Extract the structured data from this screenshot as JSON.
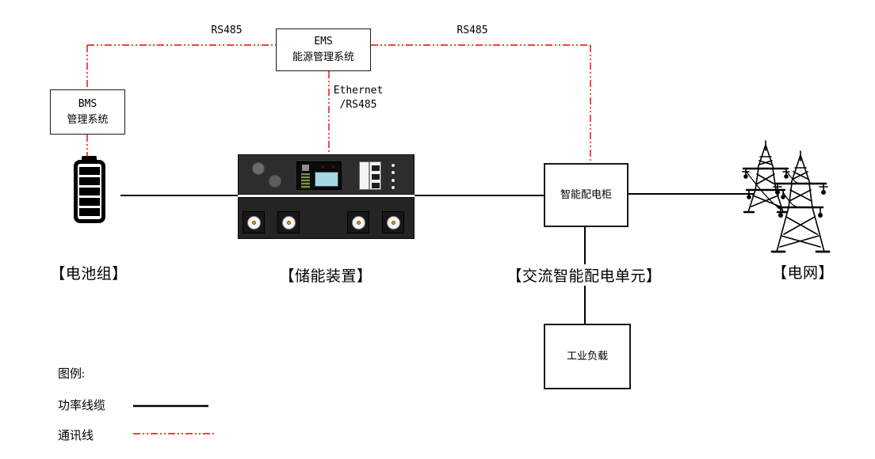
{
  "diagram": {
    "ems_box": {
      "line1": "EMS",
      "line2": "能源管理系统"
    },
    "bms_box": {
      "line1": "BMS",
      "line2": "管理系统"
    },
    "cabinet_box": {
      "label": "智能配电柜"
    },
    "load_box": {
      "label": "工业负载"
    },
    "connection_labels": {
      "rs485_left": "RS485",
      "rs485_right": "RS485",
      "ethernet_line1": "Ethernet",
      "ethernet_line2": "/RS485"
    },
    "node_labels": {
      "battery": "【电池组】",
      "storage": "【储能装置】",
      "ac_unit": "【交流智能配电单元】",
      "grid": "【电网】"
    },
    "legend": {
      "title": "图例:",
      "power_label": "功率线缆",
      "comm_label": "通讯线"
    },
    "colors": {
      "comm_line": "#f20000",
      "power_line": "#000000",
      "device_body": "#2d2d2d",
      "lcd_screen": "#a5d9e2",
      "socket_dot": "#e09a1e"
    },
    "icons": {
      "battery": "battery-icon",
      "grid": "transmission-towers-icon",
      "storage": "storage-device-graphic"
    }
  }
}
